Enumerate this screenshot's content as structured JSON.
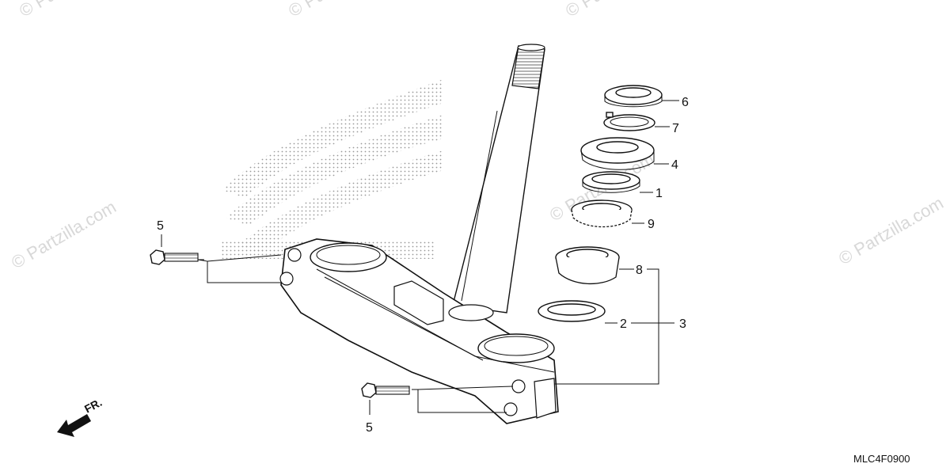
{
  "watermark": {
    "text": "© Partzilla.com",
    "top_text": "© Pa"
  },
  "diagram_code": "MLC4F0900",
  "direction_label": "FR.",
  "callouts": {
    "c1": "1",
    "c2": "2",
    "c3": "3",
    "c4": "4",
    "c5_top": "5",
    "c5_bottom": "5",
    "c6": "6",
    "c7": "7",
    "c8": "8",
    "c9": "9"
  }
}
